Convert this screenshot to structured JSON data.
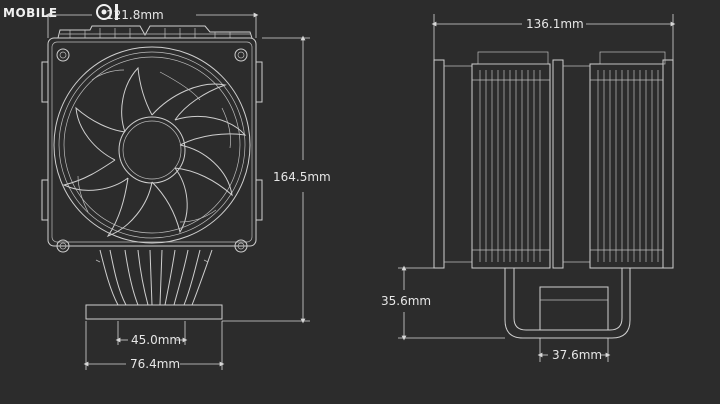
{
  "watermark": {
    "text": "MOBILE",
    "logo": "01"
  },
  "front_view": {
    "width_label": "121.8mm",
    "height_label": "164.5mm",
    "inner_base_label": "45.0mm",
    "outer_base_label": "76.4mm"
  },
  "side_view": {
    "width_label": "136.1mm",
    "clearance_label": "35.6mm",
    "base_label": "37.6mm"
  },
  "colors": {
    "background": "#2c2c2c",
    "line": "#cfcfcf",
    "text": "#e6e6e6"
  }
}
